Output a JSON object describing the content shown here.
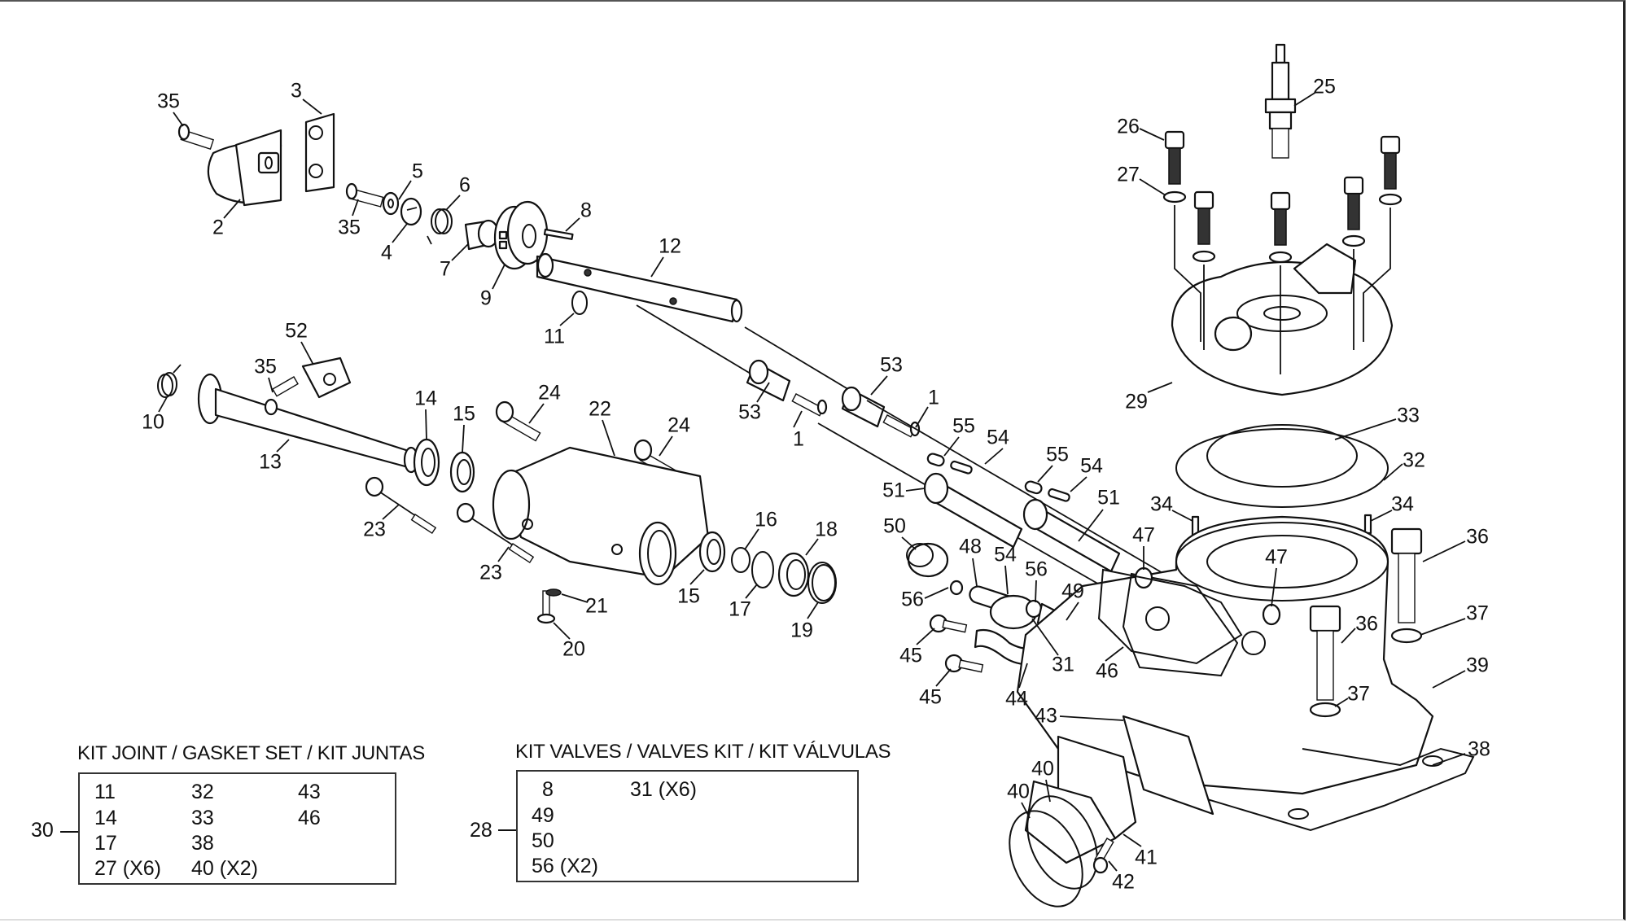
{
  "diagram": {
    "type": "exploded-parts-diagram",
    "subject": "Cylinder, cylinder head, power valve and intake assembly",
    "callouts": [
      {
        "id": "c1a",
        "label": "1"
      },
      {
        "id": "c1b",
        "label": "1"
      },
      {
        "id": "c2",
        "label": "2"
      },
      {
        "id": "c3",
        "label": "3"
      },
      {
        "id": "c4",
        "label": "4"
      },
      {
        "id": "c5",
        "label": "5"
      },
      {
        "id": "c6",
        "label": "6"
      },
      {
        "id": "c7",
        "label": "7"
      },
      {
        "id": "c8",
        "label": "8"
      },
      {
        "id": "c9",
        "label": "9"
      },
      {
        "id": "c10",
        "label": "10"
      },
      {
        "id": "c11",
        "label": "11"
      },
      {
        "id": "c12",
        "label": "12"
      },
      {
        "id": "c13",
        "label": "13"
      },
      {
        "id": "c14",
        "label": "14"
      },
      {
        "id": "c15a",
        "label": "15"
      },
      {
        "id": "c15b",
        "label": "15"
      },
      {
        "id": "c16",
        "label": "16"
      },
      {
        "id": "c17",
        "label": "17"
      },
      {
        "id": "c18",
        "label": "18"
      },
      {
        "id": "c19",
        "label": "19"
      },
      {
        "id": "c20",
        "label": "20"
      },
      {
        "id": "c21",
        "label": "21"
      },
      {
        "id": "c22",
        "label": "22"
      },
      {
        "id": "c23a",
        "label": "23"
      },
      {
        "id": "c23b",
        "label": "23"
      },
      {
        "id": "c24a",
        "label": "24"
      },
      {
        "id": "c24b",
        "label": "24"
      },
      {
        "id": "c25",
        "label": "25"
      },
      {
        "id": "c26",
        "label": "26"
      },
      {
        "id": "c27",
        "label": "27"
      },
      {
        "id": "c29",
        "label": "29"
      },
      {
        "id": "c31",
        "label": "31"
      },
      {
        "id": "c32",
        "label": "32"
      },
      {
        "id": "c33",
        "label": "33"
      },
      {
        "id": "c34a",
        "label": "34"
      },
      {
        "id": "c34b",
        "label": "34"
      },
      {
        "id": "c35a",
        "label": "35"
      },
      {
        "id": "c35b",
        "label": "35"
      },
      {
        "id": "c35c",
        "label": "35"
      },
      {
        "id": "c36a",
        "label": "36"
      },
      {
        "id": "c36b",
        "label": "36"
      },
      {
        "id": "c37a",
        "label": "37"
      },
      {
        "id": "c37b",
        "label": "37"
      },
      {
        "id": "c38",
        "label": "38"
      },
      {
        "id": "c39",
        "label": "39"
      },
      {
        "id": "c40a",
        "label": "40"
      },
      {
        "id": "c40b",
        "label": "40"
      },
      {
        "id": "c41",
        "label": "41"
      },
      {
        "id": "c42",
        "label": "42"
      },
      {
        "id": "c43",
        "label": "43"
      },
      {
        "id": "c44",
        "label": "44"
      },
      {
        "id": "c45a",
        "label": "45"
      },
      {
        "id": "c45b",
        "label": "45"
      },
      {
        "id": "c46",
        "label": "46"
      },
      {
        "id": "c47a",
        "label": "47"
      },
      {
        "id": "c47b",
        "label": "47"
      },
      {
        "id": "c48",
        "label": "48"
      },
      {
        "id": "c49",
        "label": "49"
      },
      {
        "id": "c50",
        "label": "50"
      },
      {
        "id": "c51a",
        "label": "51"
      },
      {
        "id": "c51b",
        "label": "51"
      },
      {
        "id": "c52",
        "label": "52"
      },
      {
        "id": "c53a",
        "label": "53"
      },
      {
        "id": "c53b",
        "label": "53"
      },
      {
        "id": "c54a",
        "label": "54"
      },
      {
        "id": "c54b",
        "label": "54"
      },
      {
        "id": "c54c",
        "label": "54"
      },
      {
        "id": "c55a",
        "label": "55"
      },
      {
        "id": "c55b",
        "label": "55"
      },
      {
        "id": "c56a",
        "label": "56"
      },
      {
        "id": "c56b",
        "label": "56"
      }
    ]
  },
  "kits": {
    "gasket": {
      "ref": "30",
      "title": "KIT JOINT / GASKET SET / KIT JUNTAS",
      "columns": [
        [
          "11",
          "14",
          "17",
          "27 (X6)"
        ],
        [
          "32",
          "33",
          "38",
          "40 (X2)"
        ],
        [
          "43",
          "46"
        ]
      ]
    },
    "valves": {
      "ref": "28",
      "title": "KIT VALVES / VALVES KIT / KIT VÁLVULAS",
      "columns": [
        [
          "8",
          "49",
          "50",
          "56 (X2)"
        ],
        [
          "31 (X6)"
        ]
      ]
    }
  }
}
